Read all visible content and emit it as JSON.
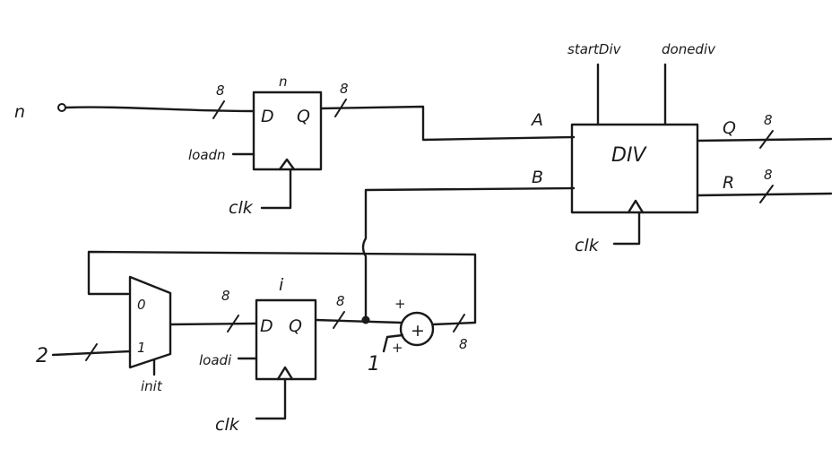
{
  "inputs": {
    "n": "n",
    "two": "2",
    "one": "1",
    "clk": [
      "clk",
      "clk",
      "clk"
    ]
  },
  "register_n": {
    "title": "n",
    "port_d": "D",
    "port_q": "Q",
    "control": "loadn",
    "width_in": "8",
    "width_out": "8"
  },
  "register_i": {
    "title": "i",
    "port_d": "D",
    "port_q": "Q",
    "control": "loadi",
    "width_in": "8",
    "width_out": "8"
  },
  "mux": {
    "sel0": "0",
    "sel1": "1",
    "control": "init"
  },
  "adder": {
    "symbol": "+",
    "plus_top": "+",
    "plus_bottom": "+",
    "width_out": "8"
  },
  "divider": {
    "title": "DIV",
    "in_a": "A",
    "in_b": "B",
    "out_q": "Q",
    "out_r": "R",
    "start": "startDiv",
    "done": "donediv",
    "width_q": "8",
    "width_r": "8"
  }
}
